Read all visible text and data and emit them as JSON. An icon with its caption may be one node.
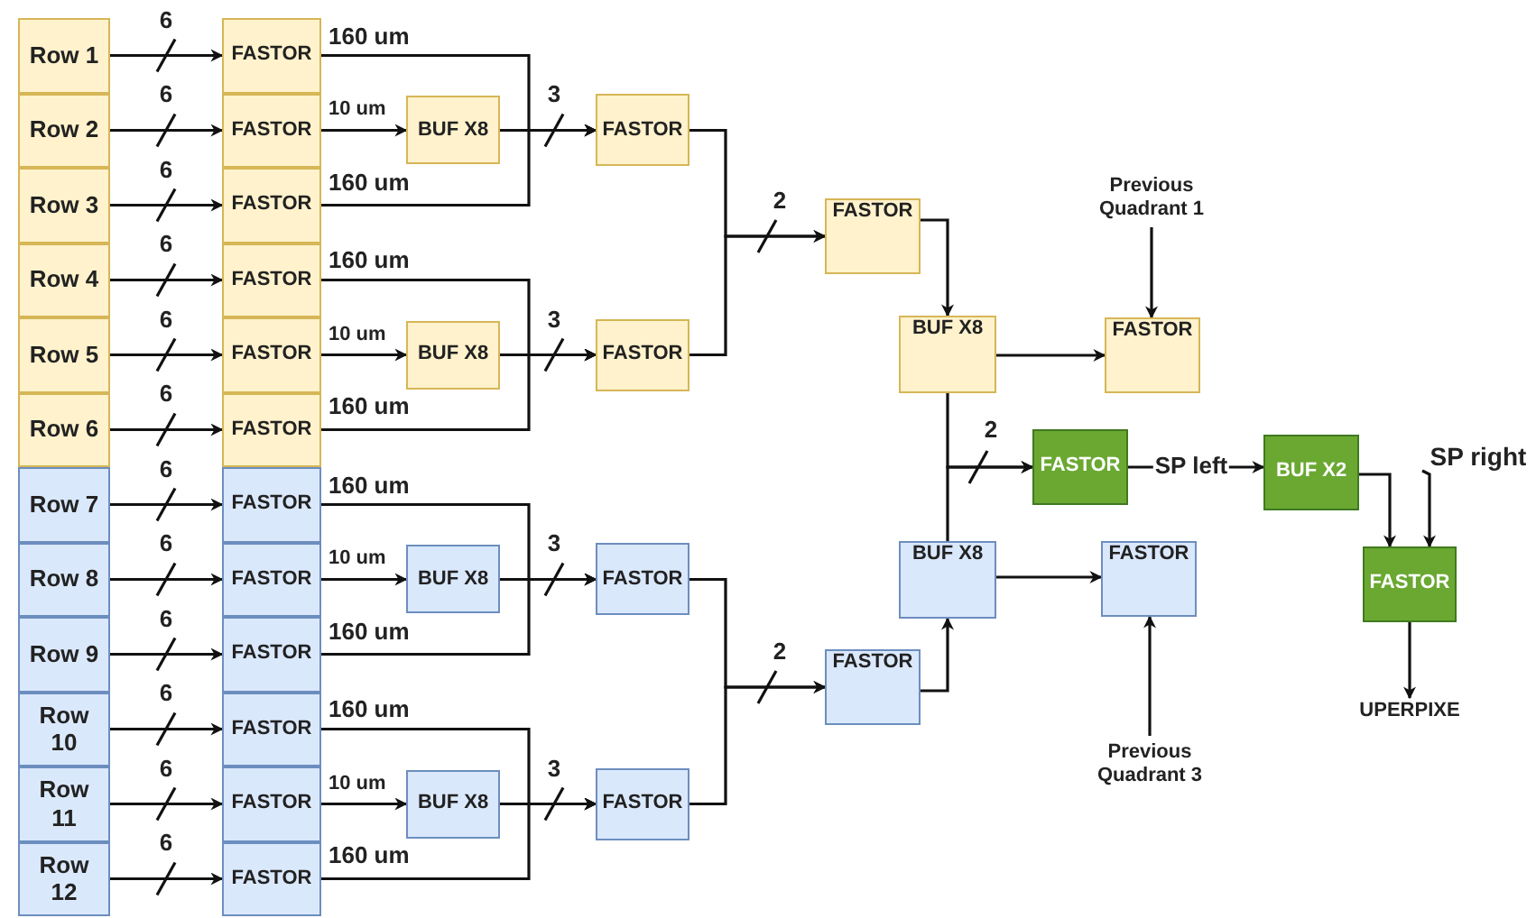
{
  "diagram": {
    "nodes": [
      {
        "text": [
          "Row 1"
        ]
      },
      {
        "text": [
          "Row 2"
        ]
      },
      {
        "text": [
          "Row 3"
        ]
      },
      {
        "text": [
          "Row 4"
        ]
      },
      {
        "text": [
          "Row 5"
        ]
      },
      {
        "text": [
          "Row 6"
        ]
      },
      {
        "text": [
          "Row 7"
        ]
      },
      {
        "text": [
          "Row 8"
        ]
      },
      {
        "text": [
          "Row 9"
        ]
      },
      {
        "text": [
          "Row 10"
        ]
      },
      {
        "text": [
          "Row 11"
        ]
      },
      {
        "text": [
          "Row 12"
        ]
      },
      {
        "text": [
          "FASTOR"
        ]
      },
      {
        "text": [
          "FASTOR"
        ]
      },
      {
        "text": [
          "FASTOR"
        ]
      },
      {
        "text": [
          "FASTOR"
        ]
      },
      {
        "text": [
          "FASTOR"
        ]
      },
      {
        "text": [
          "FASTOR"
        ]
      },
      {
        "text": [
          "FASTOR"
        ]
      },
      {
        "text": [
          "FASTOR"
        ]
      },
      {
        "text": [
          "FASTOR"
        ]
      },
      {
        "text": [
          "FASTOR"
        ]
      },
      {
        "text": [
          "FASTOR"
        ]
      },
      {
        "text": [
          "FASTOR"
        ]
      },
      {
        "text": [
          "BUF X8"
        ]
      },
      {
        "text": [
          "BUF X8"
        ]
      },
      {
        "text": [
          "BUF X8"
        ]
      },
      {
        "text": [
          "BUF X8"
        ]
      },
      {
        "text": [
          "FASTOR"
        ]
      },
      {
        "text": [
          "FASTOR"
        ]
      },
      {
        "text": [
          "FASTOR"
        ]
      },
      {
        "text": [
          "FASTOR"
        ]
      },
      {
        "text": [
          "FASTOR"
        ]
      },
      {
        "text": [
          "FASTOR"
        ]
      },
      {
        "text": [
          "Previous Quadrant 1"
        ]
      },
      {
        "text": [
          "BUF X8"
        ]
      },
      {
        "text": [
          "FASTOR"
        ]
      },
      {
        "text": [
          "FASTOR"
        ]
      },
      {
        "text": [
          "BUF X2"
        ]
      },
      {
        "text": [
          "SP right"
        ]
      },
      {
        "text": [
          "FASTOR"
        ]
      },
      {
        "text": [
          "BUF X8"
        ]
      },
      {
        "text": [
          "FASTOR"
        ]
      },
      {
        "text": [
          "UPERPIXE"
        ]
      },
      {
        "text": [
          "Previous Quadrant 3"
        ]
      }
    ],
    "edges": [
      {
        "from": 0,
        "to": 12,
        "arrow": "to",
        "label": "6"
      },
      {
        "from": 1,
        "to": 13,
        "arrow": "to",
        "label": "6"
      },
      {
        "from": 2,
        "to": 14,
        "arrow": "to",
        "label": "6"
      },
      {
        "from": 3,
        "to": 15,
        "arrow": "to",
        "label": "6"
      },
      {
        "from": 4,
        "to": 16,
        "arrow": "to",
        "label": "6"
      },
      {
        "from": 5,
        "to": 17,
        "arrow": "to",
        "label": "6"
      },
      {
        "from": 6,
        "to": 18,
        "arrow": "to",
        "label": "6"
      },
      {
        "from": 7,
        "to": 19,
        "arrow": "to",
        "label": "6"
      },
      {
        "from": 8,
        "to": 20,
        "arrow": "to",
        "label": "6"
      },
      {
        "from": 9,
        "to": 21,
        "arrow": "to",
        "label": "6"
      },
      {
        "from": 10,
        "to": 22,
        "arrow": "to",
        "label": "6"
      },
      {
        "from": 11,
        "to": 23,
        "arrow": "to",
        "label": "6"
      },
      {
        "from": 12,
        "to": 28,
        "arrow": "to",
        "label": "160 um"
      },
      {
        "from": 13,
        "to": 24,
        "arrow": "to",
        "label": "10 um"
      },
      {
        "from": 24,
        "to": 28,
        "arrow": "to",
        "label": "3"
      },
      {
        "from": 14,
        "to": 28,
        "arrow": "to",
        "label": "160 um"
      },
      {
        "from": 15,
        "to": 29,
        "arrow": "to",
        "label": "160 um"
      },
      {
        "from": 16,
        "to": 25,
        "arrow": "to",
        "label": "10 um"
      },
      {
        "from": 25,
        "to": 29,
        "arrow": "to",
        "label": "3"
      },
      {
        "from": 17,
        "to": 29,
        "arrow": "to",
        "label": "160 um"
      },
      {
        "from": 18,
        "to": 30,
        "arrow": "to",
        "label": "160 um"
      },
      {
        "from": 19,
        "to": 26,
        "arrow": "to",
        "label": "10 um"
      },
      {
        "from": 26,
        "to": 30,
        "arrow": "to",
        "label": "3"
      },
      {
        "from": 20,
        "to": 30,
        "arrow": "to",
        "label": "160 um"
      },
      {
        "from": 21,
        "to": 31,
        "arrow": "to",
        "label": "160 um"
      },
      {
        "from": 22,
        "to": 27,
        "arrow": "to",
        "label": "10 um"
      },
      {
        "from": 27,
        "to": 31,
        "arrow": "to",
        "label": "3"
      },
      {
        "from": 23,
        "to": 31,
        "arrow": "to",
        "label": "160 um"
      },
      {
        "from": 28,
        "to": 32,
        "arrow": "to",
        "label": "2"
      },
      {
        "from": 29,
        "to": 32,
        "arrow": "to"
      },
      {
        "from": 30,
        "to": 33,
        "arrow": "to",
        "label": "2"
      },
      {
        "from": 31,
        "to": 33,
        "arrow": "to"
      },
      {
        "from": 32,
        "to": 35,
        "arrow": "to"
      },
      {
        "from": 35,
        "to": 36,
        "arrow": "to"
      },
      {
        "from": 34,
        "to": 36,
        "arrow": "to"
      },
      {
        "from": 35,
        "to": 37,
        "arrow": "to",
        "label": "2"
      },
      {
        "from": 41,
        "to": 37,
        "arrow": "to"
      },
      {
        "from": 33,
        "to": 41,
        "arrow": "to"
      },
      {
        "from": 41,
        "to": 42,
        "arrow": "to"
      },
      {
        "from": 44,
        "to": 42,
        "arrow": "to"
      },
      {
        "from": 37,
        "to": 38,
        "arrow": "to",
        "label": "SP left"
      },
      {
        "from": 38,
        "to": 40,
        "arrow": "to"
      },
      {
        "from": 39,
        "to": 40,
        "arrow": "to"
      },
      {
        "from": 40,
        "to": 43,
        "arrow": "to"
      }
    ]
  }
}
